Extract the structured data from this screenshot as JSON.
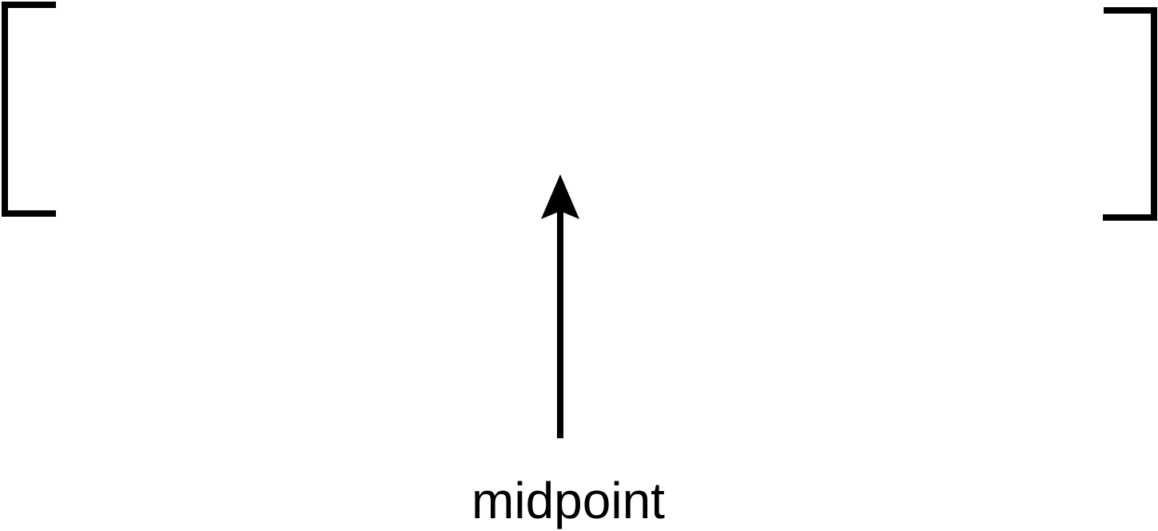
{
  "diagram": {
    "label": "midpoint",
    "elements": [
      "left-bracket",
      "right-bracket",
      "up-arrow"
    ],
    "stroke_color": "#000000",
    "background": "#ffffff"
  }
}
